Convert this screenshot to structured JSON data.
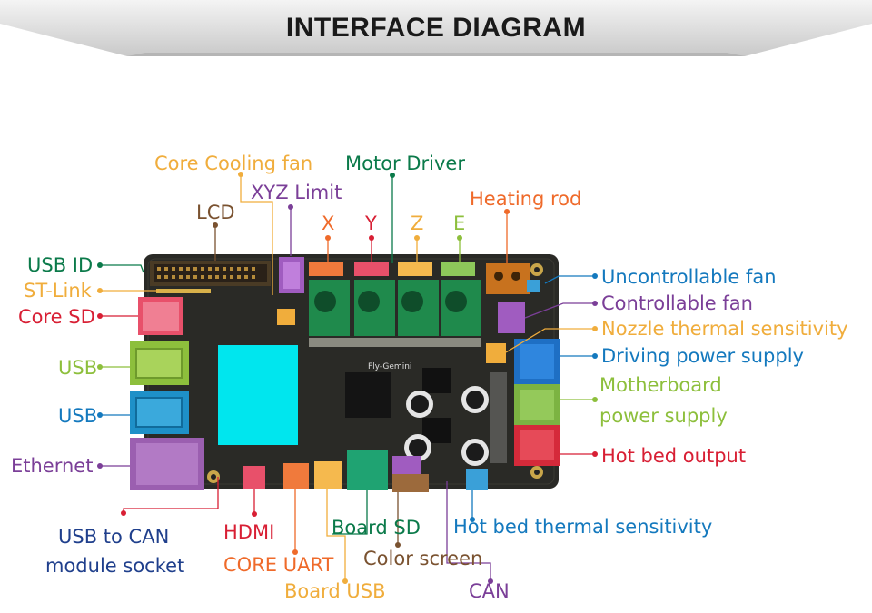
{
  "title": "INTERFACE DIAGRAM",
  "board_silkscreen": "Fly-Gemini",
  "colors": {
    "orange_yellow": "#f0ad3c",
    "purple": "#7b3f98",
    "brown": "#7a5230",
    "dark_green": "#0b7a4a",
    "orange": "#ef6a2a",
    "red": "#d81f34",
    "blue": "#1479be",
    "light_green": "#8dbf3c",
    "board": "#2a2a26"
  },
  "labels": {
    "core_cooling_fan": "Core Cooling fan",
    "xyz_limit": "XYZ Limit",
    "lcd": "LCD",
    "motor_driver": "Motor Driver",
    "x": "X",
    "y": "Y",
    "z": "Z",
    "e": "E",
    "heating_rod": "Heating rod",
    "usb_id": "USB ID",
    "st_link": "ST-Link",
    "core_sd": "Core SD",
    "usb_1": "USB",
    "usb_2": "USB",
    "ethernet": "Ethernet",
    "usb_to_can_line1": "USB to CAN",
    "usb_to_can_line2": "module socket",
    "hdmi": "HDMI",
    "core_uart": "CORE UART",
    "board_usb": "Board USB",
    "board_sd": "Board SD",
    "color_screen": "Color screen",
    "can": "CAN",
    "hot_bed_thermal": "Hot bed thermal sensitivity",
    "uncontrollable_fan": "Uncontrollable fan",
    "controllable_fan": "Controllable fan",
    "nozzle_thermal": "Nozzle thermal sensitivity",
    "driving_power": "Driving power supply",
    "motherboard_power_line1": "Motherboard",
    "motherboard_power_line2": "power supply",
    "hot_bed_output": "Hot bed output"
  }
}
